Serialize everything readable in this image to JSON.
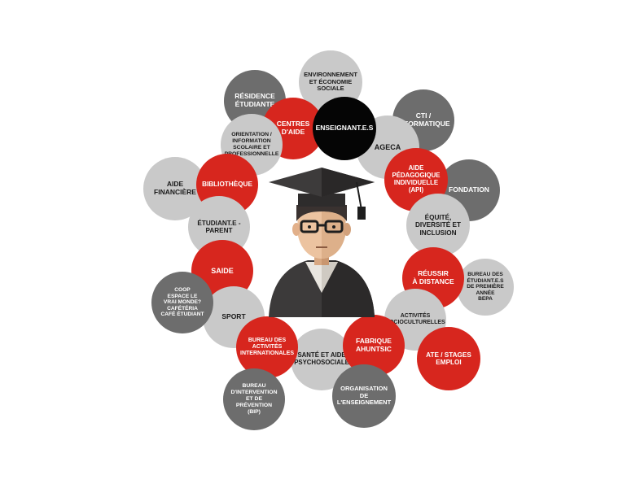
{
  "diagram": {
    "center": {
      "icon": "graduate-student-icon"
    },
    "colors": {
      "red": "#d7261e",
      "light_gray": "#c9c9c9",
      "dark_gray": "#6d6d6d",
      "black": "#050505"
    },
    "bubbles": [
      {
        "id": "residence",
        "label": "RÉSIDENCE\nÉTUDIANTE",
        "color": "dark"
      },
      {
        "id": "environnement",
        "label": "ENVIRONNEMENT\nET ÉCONOMIE\nSOCIALE",
        "color": "light"
      },
      {
        "id": "centres-aide",
        "label": "CENTRES\nD'AIDE",
        "color": "red"
      },
      {
        "id": "enseignants",
        "label": "ENSEIGNANT.E.S",
        "color": "black"
      },
      {
        "id": "cti",
        "label": "CTI /\nINFORMATIQUE",
        "color": "dark"
      },
      {
        "id": "orientation",
        "label": "ORIENTATION /\nINFORMATION\nSCOLAIRE ET\nPROFESSIONNELLE",
        "color": "light"
      },
      {
        "id": "ageca",
        "label": "AGECA",
        "color": "light"
      },
      {
        "id": "aide-pedagogique",
        "label": "AIDE\nPÉDAGOGIQUE\nINDIVIDUELLE\n(API)",
        "color": "red"
      },
      {
        "id": "fondation",
        "label": "FONDATION",
        "color": "dark"
      },
      {
        "id": "aide-financiere",
        "label": "AIDE\nFINANCIÈRE",
        "color": "light"
      },
      {
        "id": "bibliotheque",
        "label": "BIBLIOTHÈQUE",
        "color": "red"
      },
      {
        "id": "etudiant-parent",
        "label": "ÉTUDIANT.E -\nPARENT",
        "color": "light"
      },
      {
        "id": "equite",
        "label": "ÉQUITÉ,\nDIVERSITÉ ET\nINCLUSION",
        "color": "light"
      },
      {
        "id": "saide",
        "label": "SAIDE",
        "color": "red"
      },
      {
        "id": "reussir",
        "label": "RÉUSSIR\nÀ DISTANCE",
        "color": "red"
      },
      {
        "id": "bureau-premiere",
        "label": "BUREAU DES\nÉTUDIANT.E.S\nDE PREMIÈRE\nANNÉE\nBEPA",
        "color": "light"
      },
      {
        "id": "coop",
        "label": "COOP\nESPACE LE\nVRAI MONDE?\nCAFÉTÉRIA\nCAFÉ ÉTUDIANT",
        "color": "dark"
      },
      {
        "id": "sport",
        "label": "SPORT",
        "color": "light"
      },
      {
        "id": "activites-socio",
        "label": "ACTIVITÉS\nSOCIOCULTURELLES",
        "color": "light"
      },
      {
        "id": "bureau-internationales",
        "label": "BUREAU DES\nACTIVITÉS\nINTERNATIONALES",
        "color": "red"
      },
      {
        "id": "sante",
        "label": "SANTÉ ET AIDE\nPSYCHOSOCIALE",
        "color": "light"
      },
      {
        "id": "fabrique",
        "label": "FABRIQUE\nAHUNTSIC",
        "color": "red"
      },
      {
        "id": "ate-stages",
        "label": "ATE / STAGES\nEMPLOI",
        "color": "red"
      },
      {
        "id": "bip",
        "label": "BUREAU\nD'INTERVENTION\nET DE\nPRÉVENTION\n(BIP)",
        "color": "dark"
      },
      {
        "id": "organisation",
        "label": "ORGANISATION\nDE\nL'ENSEIGNEMENT",
        "color": "dark"
      }
    ]
  }
}
